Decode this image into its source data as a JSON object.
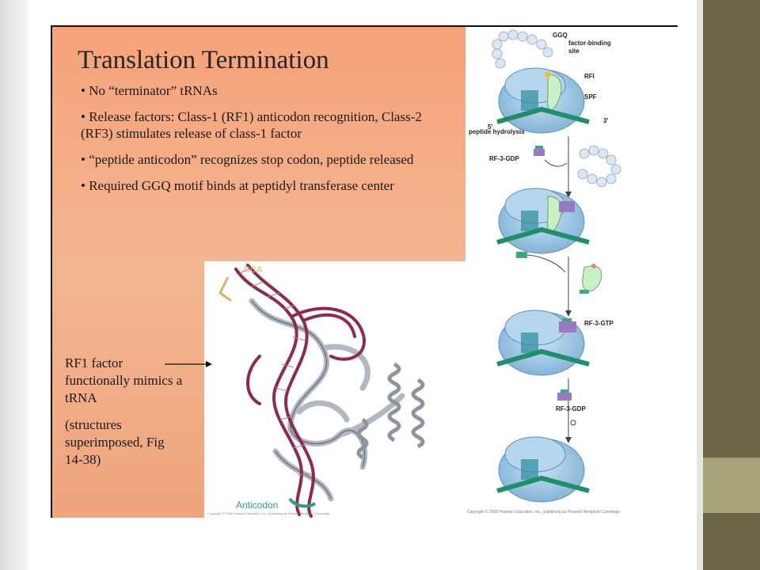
{
  "slide": {
    "title": "Translation Termination",
    "bullets": [
      "• No “terminator” tRNAs",
      "• Release factors: Class-1 (RF1) anticodon recognition, Class-2 (RF3) stimulates release of class-1 factor",
      "• “peptide anticodon” recognizes stop codon, peptide released",
      "• Required GGQ motif binds at peptidyl transferase center"
    ],
    "rf1_caption": "RF1 factor functionally mimics a tRNA",
    "structures_caption": "(structures superimposed, Fig 14-38)"
  },
  "structure_figure": {
    "cca_label": "CCA",
    "anticodon_label": "Anticodon",
    "copyright": "Copyright © 2008 Pearson Education, Inc., publishing as Pearson Benjamin Cummings"
  },
  "cycle_figure": {
    "labels": {
      "ggq": "GGQ",
      "factor_binding_1": "factor-binding",
      "factor_binding_2": "site",
      "rf1": "RFI",
      "spf": "SPF",
      "peptide_hydrolysis": "peptide hydrolysis",
      "rf3_gdp_1": "RF-3-GDP",
      "rf3_gtp": "RF-3-GTP",
      "rf3_gdp_2": "RF-3-GDP",
      "five_prime": "5'",
      "three_prime": "3'"
    },
    "copyright": "Copyright © 2008 Pearson Education, Inc., publishing as Pearson Benjamin Cummings"
  },
  "colors": {
    "panel": "#f5a57c",
    "sidebar": "#6b6547",
    "sidebar_accent": "#a7a277",
    "ribosome": "#9dc6e3",
    "mrna": "#1f8f6a",
    "rna_strand": "#8e2a4f"
  }
}
